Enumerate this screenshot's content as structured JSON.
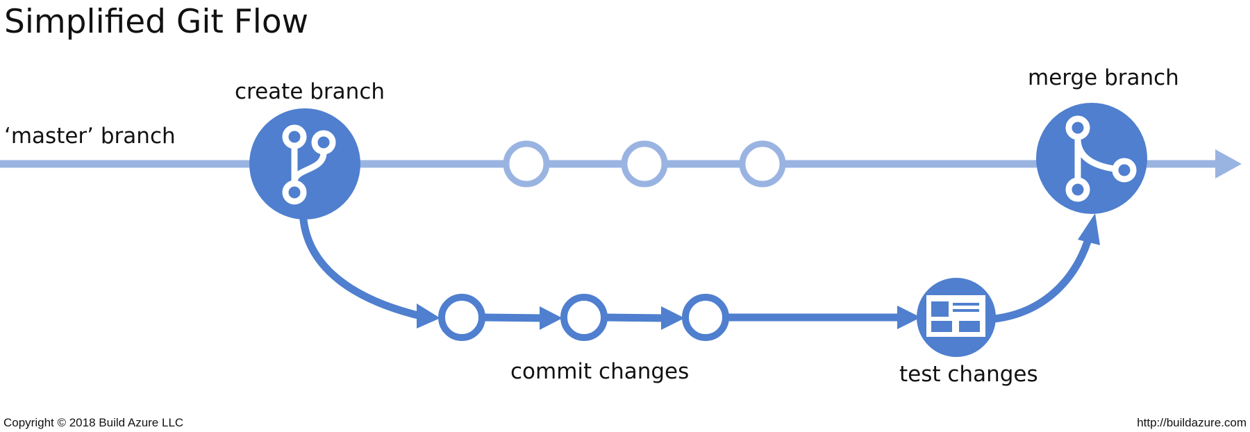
{
  "title": "Simplified Git Flow",
  "labels": {
    "master_branch": "‘master’ branch",
    "create_branch": "create branch",
    "merge_branch": "merge branch",
    "commit_changes": "commit changes",
    "test_changes": "test changes"
  },
  "footer": {
    "copyright": "Copyright © 2018 Build Azure LLC",
    "url": "http://buildazure.com"
  },
  "colors": {
    "primary": "#4f7fce",
    "light": "#9ab4e2",
    "background": "#ffffff",
    "text": "#111111"
  },
  "icons": {
    "create_branch": "git-branch-icon",
    "merge_branch": "git-merge-icon",
    "test_changes": "browser-window-icon"
  }
}
